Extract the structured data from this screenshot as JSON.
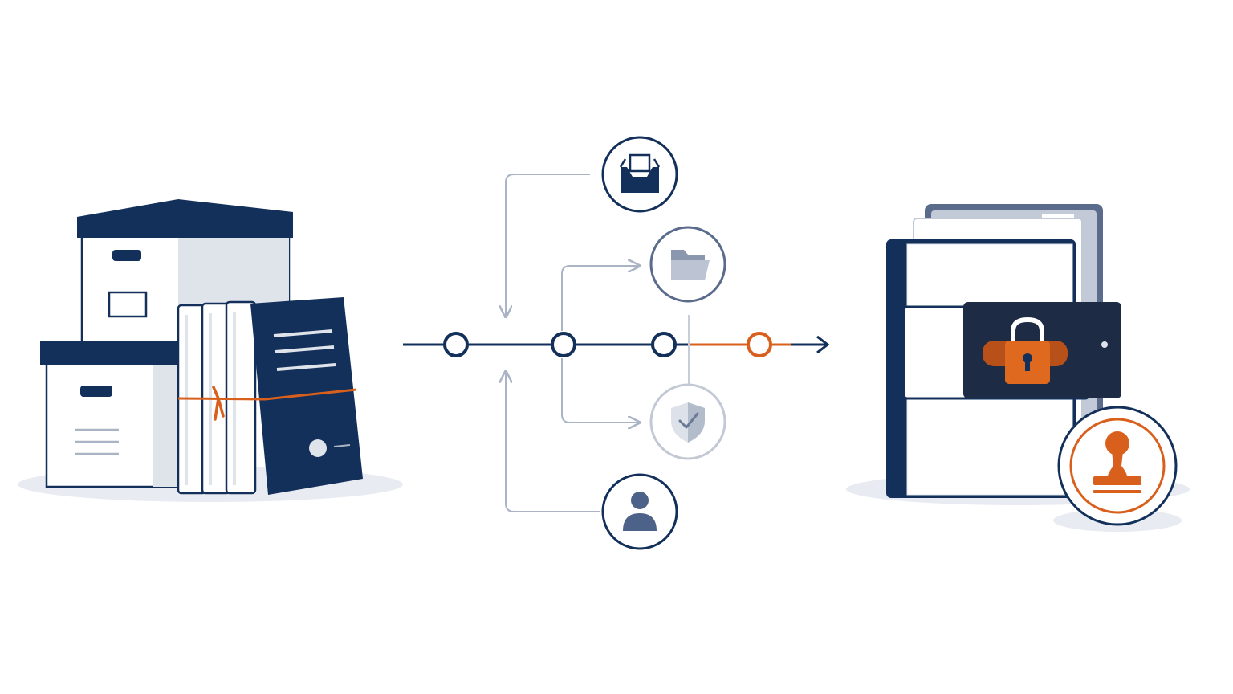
{
  "colors": {
    "navy": "#13305a",
    "orange": "#d9601c",
    "light_gray": "#e6e9ef",
    "mid_gray": "#aab4c4",
    "slate": "#5a6b8c",
    "shadow": "#e9ecf2",
    "white": "#ffffff"
  },
  "diagram": {
    "left_group": {
      "items": [
        "archive-box-top",
        "archive-box-bottom",
        "bound-binders",
        "navy-binder",
        "orange-string"
      ]
    },
    "flow": {
      "nodes": [
        {
          "name": "flow-node-1",
          "color": "navy"
        },
        {
          "name": "flow-node-2",
          "color": "navy"
        },
        {
          "name": "flow-node-3",
          "color": "navy"
        },
        {
          "name": "flow-node-4",
          "color": "orange"
        }
      ],
      "branch_icons": [
        "inbox-icon",
        "folder-icon",
        "shield-check-icon",
        "user-icon"
      ]
    },
    "right_group": {
      "items": [
        "locked-folder",
        "padlock-icon",
        "stamp-badge"
      ]
    }
  }
}
